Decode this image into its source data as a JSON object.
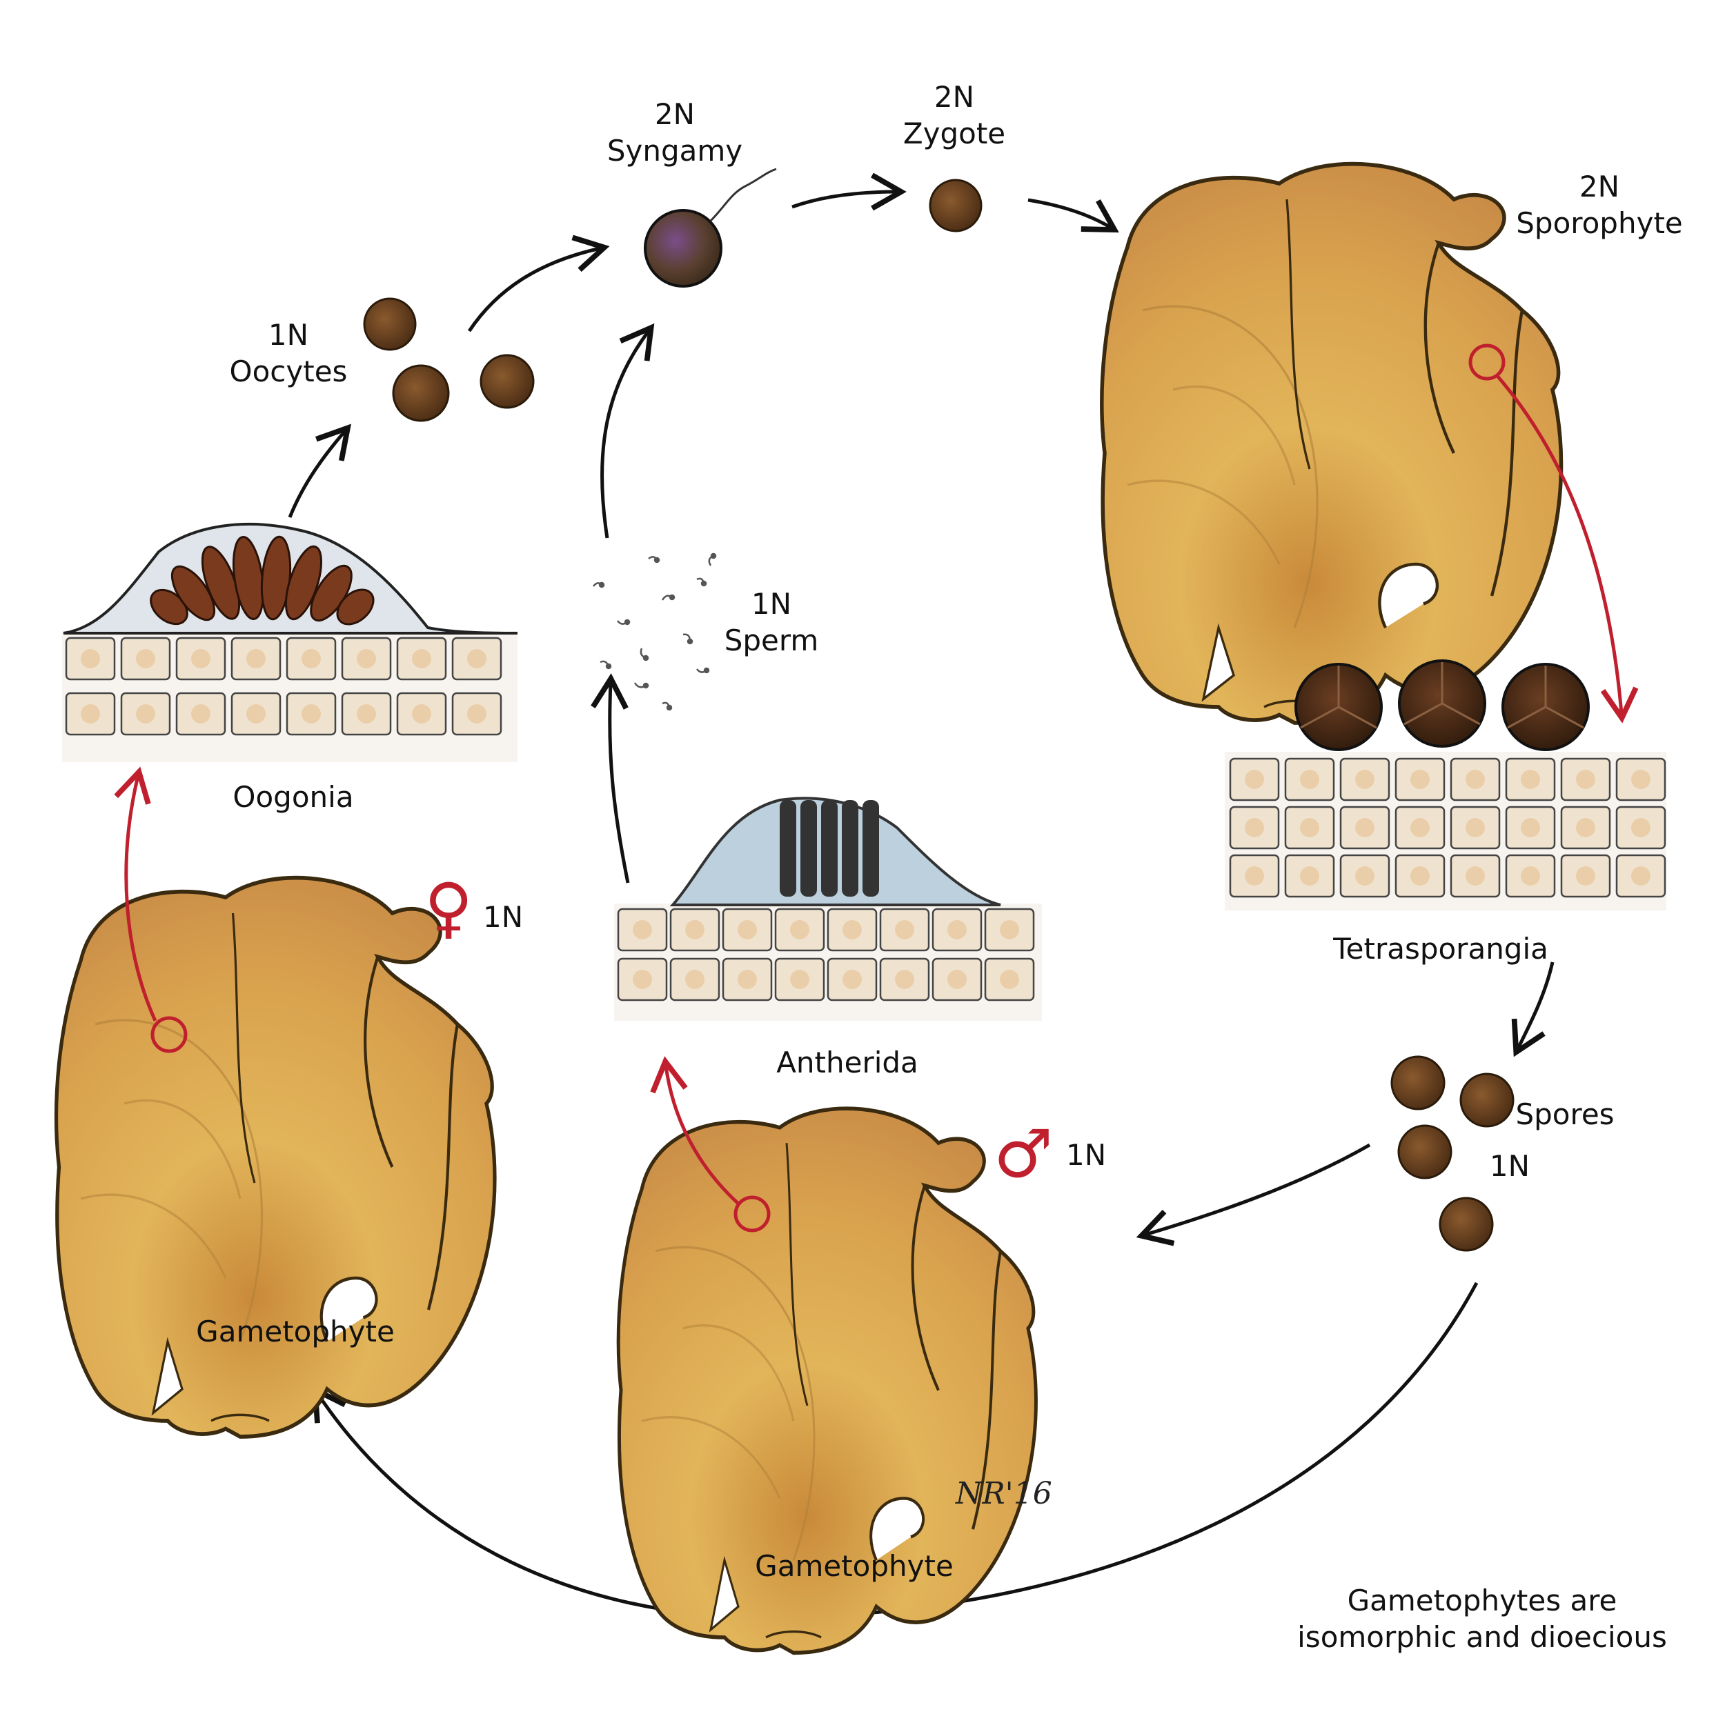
{
  "labels": {
    "syngamy": {
      "ploidy": "2N",
      "name": "Syngamy"
    },
    "zygote": {
      "ploidy": "2N",
      "name": "Zygote"
    },
    "sporophyte": {
      "ploidy": "2N",
      "name": "Sporophyte"
    },
    "oocytes": {
      "ploidy": "1N",
      "name": "Oocytes"
    },
    "sperm": {
      "ploidy": "1N",
      "name": "Sperm"
    },
    "oogonia": "Oogonia",
    "antherida": "Antherida",
    "tetrasporangia": "Tetrasporangia",
    "spores": "Spores",
    "spores_ploidy": "1N",
    "female_gametophyte": "Gametophyte",
    "male_gametophyte": "Gametophyte",
    "female_ploidy": "1N",
    "male_ploidy": "1N",
    "note_line1": "Gametophytes are",
    "note_line2": "isomorphic and dioecious",
    "signature": "NR'16"
  },
  "symbols": {
    "female": "♀",
    "male": "♂"
  },
  "colors": {
    "arrow": "#111111",
    "red_arrow": "#c0202e",
    "thallus": "#d9a64a",
    "thallus_outline": "#3a2a10",
    "cell": "#efe3cf",
    "spore": "#5b3a1d",
    "sorus": "#a9c0cf"
  }
}
